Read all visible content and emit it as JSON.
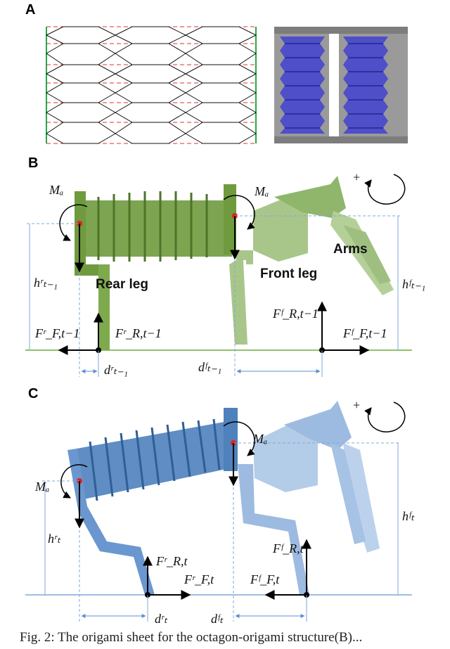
{
  "panels": {
    "a": "A",
    "b": "B",
    "c": "C"
  },
  "labels_b": {
    "moment_left": "Mₐ",
    "moment_right": "Mₐ",
    "rear_leg": "Rear leg",
    "front_leg": "Front leg",
    "arms": "Arms",
    "h_rear": "hʳₜ₋₁",
    "h_front": "hᶠₜ₋₁",
    "ff_rear": "Fʳ_F,t−1",
    "fr_rear": "Fʳ_R,t−1",
    "fr_front": "Fᶠ_R,t−1",
    "ff_front": "Fᶠ_F,t−1",
    "d_rear": "dʳₜ₋₁",
    "d_front": "dᶠₜ₋₁",
    "plus": "+"
  },
  "labels_c": {
    "moment_left": "Mₐ",
    "moment_right": "Mₐ",
    "h_rear": "hʳₜ",
    "h_front": "hᶠₜ",
    "fr_rear": "Fʳ_R,t",
    "ff_rear": "Fʳ_F,t",
    "fr_front": "Fᶠ_R,t",
    "ff_front": "Fᶠ_F,t",
    "d_rear": "dʳₜ",
    "d_front": "dᶠₜ",
    "plus": "+"
  },
  "caption": "Fig. 2: The origami sheet for the octagon-origami structure(B)...",
  "colors": {
    "green": "#6f9a3e",
    "green_light": "#a9c68a",
    "blue": "#4f81bd",
    "blue_light": "#9dbbe0",
    "origami_blue": "#4e4fc9",
    "red_dash": "#e03030",
    "guide": "#7fa8d8"
  }
}
